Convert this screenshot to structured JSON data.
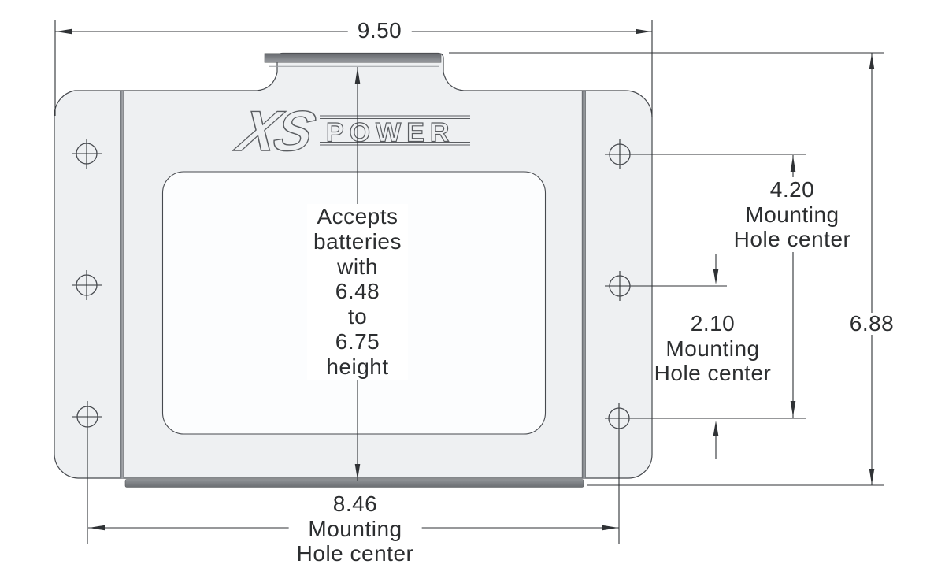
{
  "logo": {
    "xs": "XS",
    "power": "POWER"
  },
  "dimensions": {
    "overall_width": "9.50",
    "overall_height": "6.88",
    "top_hole_offset": "4.20",
    "mid_hole_offset": "2.10",
    "bottom_hole_span": "8.46",
    "mounting_label": "Mounting",
    "hole_center_label": "Hole center"
  },
  "note": {
    "lines": [
      "Accepts",
      "batteries",
      "with",
      "6.48",
      "to",
      "6.75",
      "height"
    ]
  },
  "colors": {
    "background": "#ffffff",
    "bracket_fill": "#eef0f2",
    "outline": "#46494e",
    "dark_strip": "#7d8084",
    "dimension_line": "#2f3235",
    "text": "#2c2e30"
  }
}
